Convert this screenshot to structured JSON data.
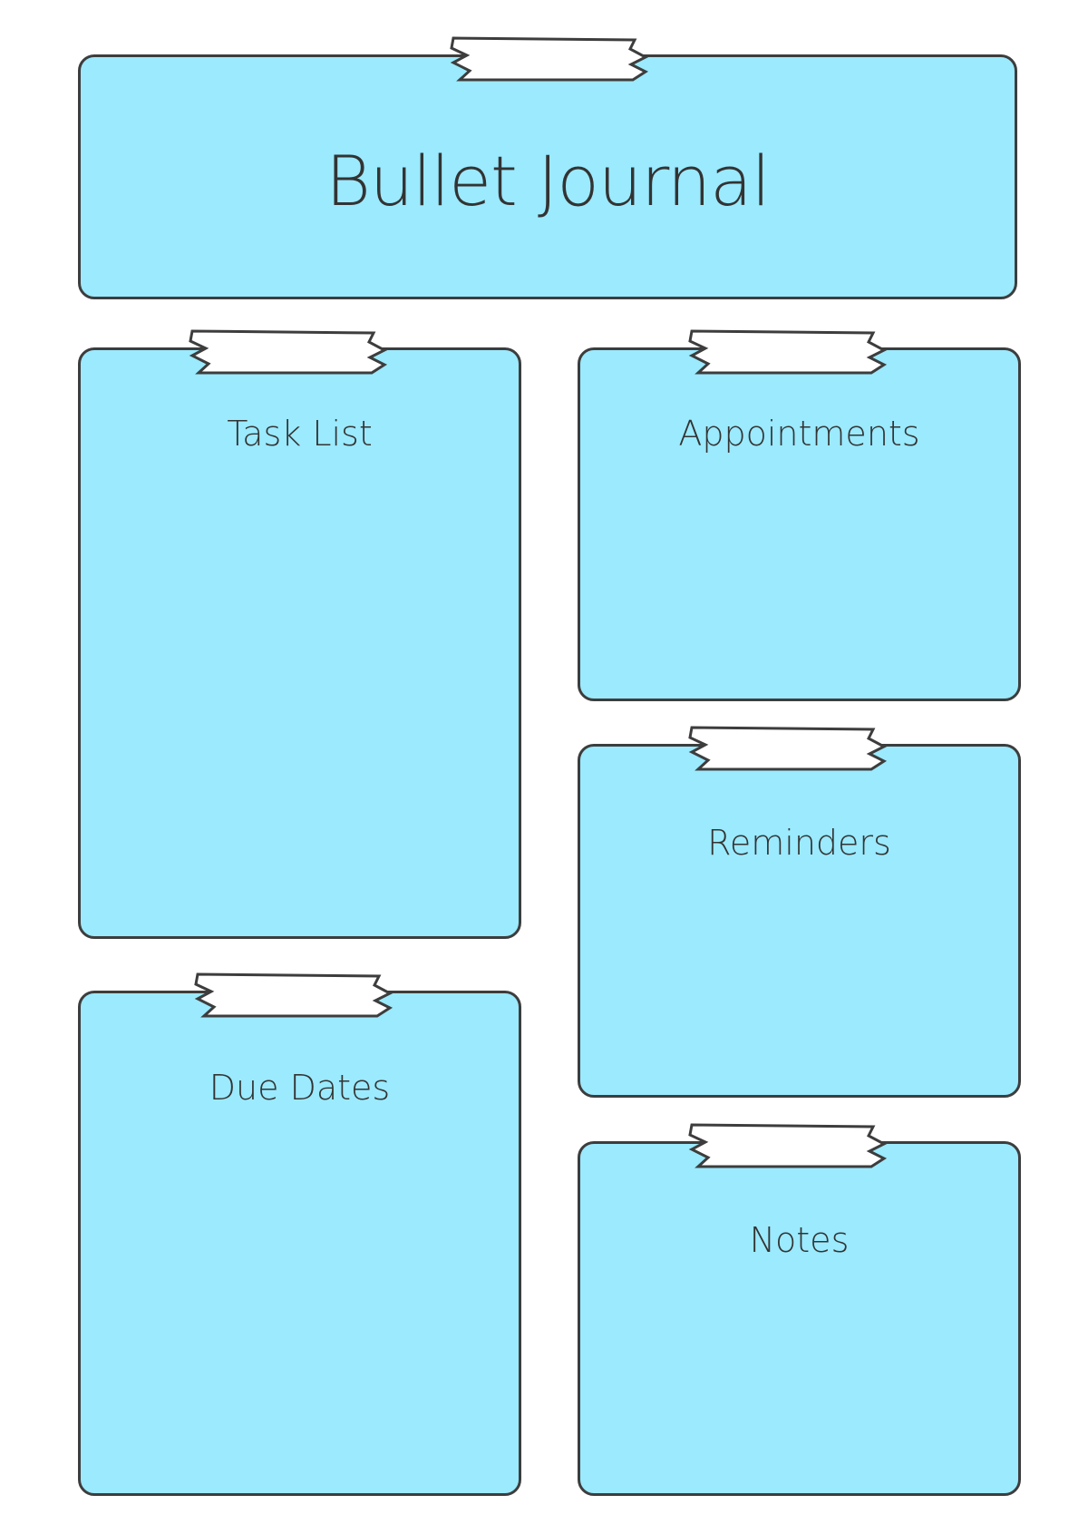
{
  "page": {
    "title": "Bullet Journal"
  },
  "sections": {
    "task_list": {
      "title": "Task List"
    },
    "appointments": {
      "title": "Appointments"
    },
    "reminders": {
      "title": "Reminders"
    },
    "due_dates": {
      "title": "Due Dates"
    },
    "notes": {
      "title": "Notes"
    }
  },
  "colors": {
    "panel_fill": "#9beafe",
    "outline": "#3d3d3d",
    "tape_fill": "#ffffff",
    "text": "#333333"
  },
  "icons": {
    "tape": "washi-tape-icon"
  }
}
